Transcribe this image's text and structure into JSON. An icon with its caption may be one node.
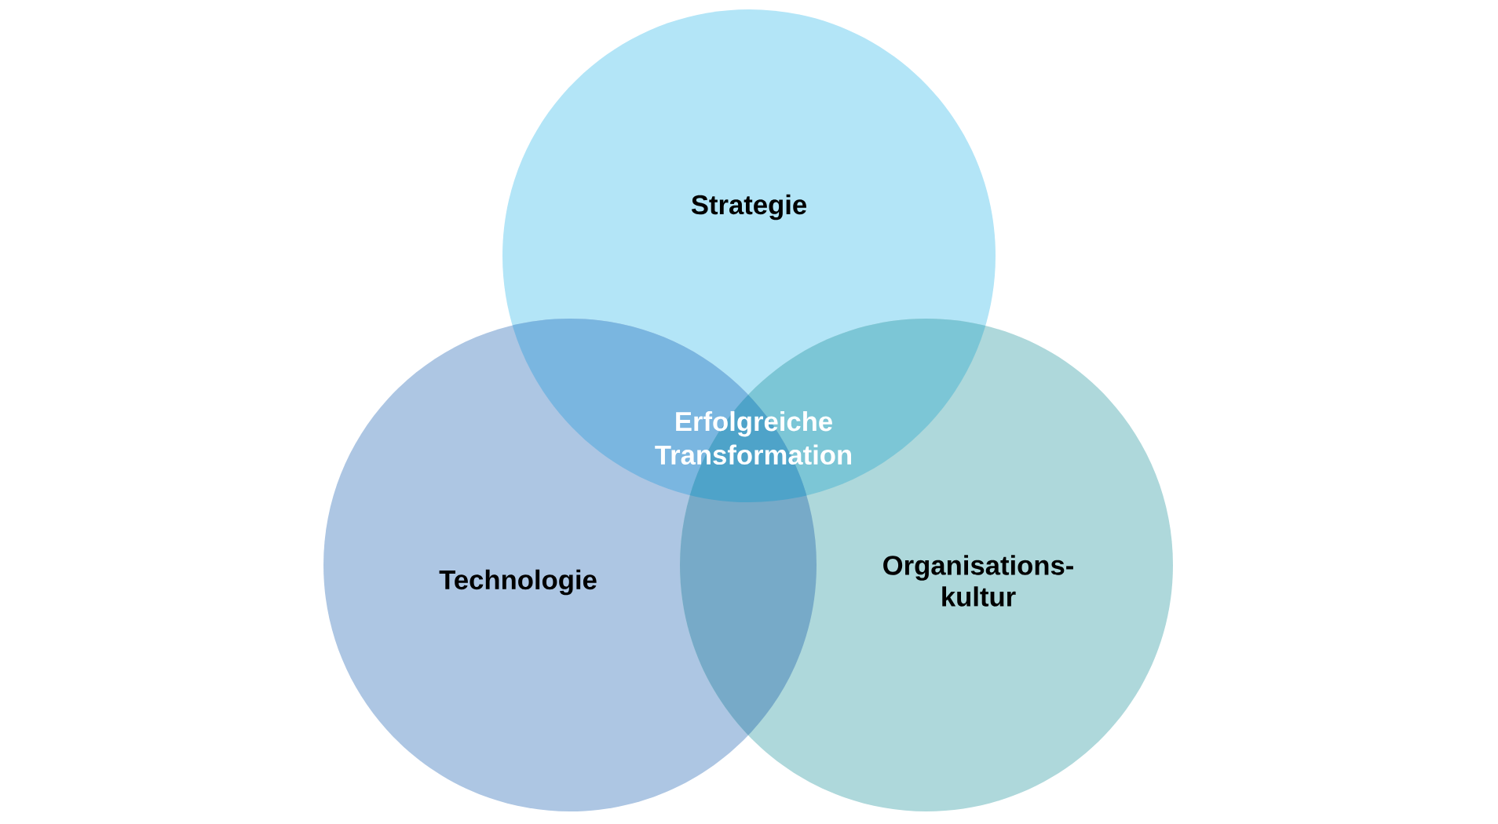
{
  "diagram": {
    "nodes": [
      {
        "text": [
          "Strategie"
        ]
      },
      {
        "text": [
          "Technologie"
        ]
      },
      {
        "text": [
          "Organisations- kultur"
        ]
      }
    ],
    "labels": [
      "Erfolgreiche Transformation"
    ]
  }
}
